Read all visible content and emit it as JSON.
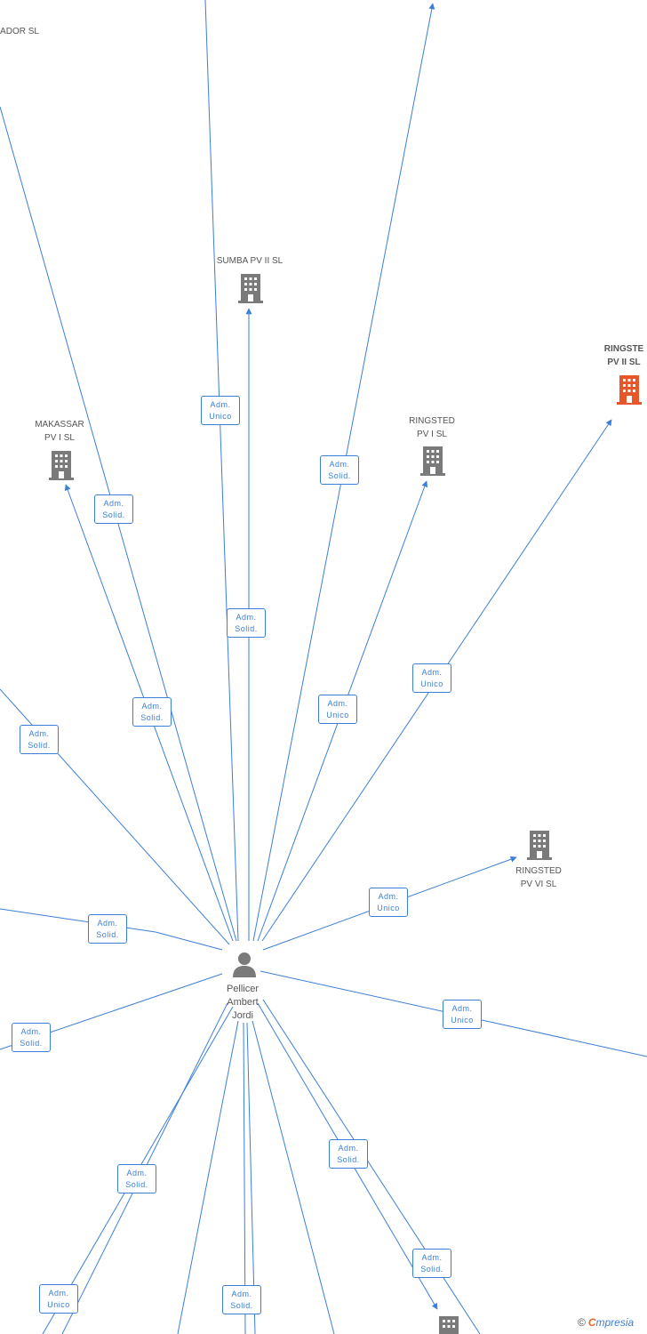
{
  "colors": {
    "edge": "#3c7fd6",
    "node_icon": "#7a7a7a",
    "highlight_icon": "#e8572a",
    "label": "#555555"
  },
  "person": {
    "name_lines": [
      "Pellicer",
      "Ambert",
      "Jordi"
    ],
    "icon": "person-icon"
  },
  "nodes": [
    {
      "id": "top-left-partial",
      "label_lines": [
        "ADOR SL"
      ],
      "icon": "none"
    },
    {
      "id": "sumba-pv-ii-sl",
      "label_lines": [
        "SUMBA PV II SL"
      ],
      "icon": "building-icon"
    },
    {
      "id": "makassar-pv-i-sl",
      "label_lines": [
        "MAKASSAR",
        "PV I SL"
      ],
      "icon": "building-icon"
    },
    {
      "id": "ringsted-pv-i-sl",
      "label_lines": [
        "RINGSTED",
        "PV I SL"
      ],
      "icon": "building-icon"
    },
    {
      "id": "ringsted-pv-ii-sl",
      "label_lines": [
        "RINGSTE",
        "PV II SL"
      ],
      "icon": "building-icon",
      "highlight": true
    },
    {
      "id": "ringsted-pv-vi-sl",
      "label_lines": [
        "RINGSTED",
        "PV VI SL"
      ],
      "icon": "building-icon"
    },
    {
      "id": "bottom-partial",
      "label_lines": [],
      "icon": "building-icon"
    }
  ],
  "edge_labels": [
    {
      "lines": [
        "Adm.",
        "Unico"
      ]
    },
    {
      "lines": [
        "Adm.",
        "Solid."
      ]
    },
    {
      "lines": [
        "Adm.",
        "Solid."
      ]
    },
    {
      "lines": [
        "Adm.",
        "Solid."
      ]
    },
    {
      "lines": [
        "Adm.",
        "Solid."
      ]
    },
    {
      "lines": [
        "Adm.",
        "Unico"
      ]
    },
    {
      "lines": [
        "Adm.",
        "Unico"
      ]
    },
    {
      "lines": [
        "Adm.",
        "Solid."
      ]
    },
    {
      "lines": [
        "Adm.",
        "Unico"
      ]
    },
    {
      "lines": [
        "Adm.",
        "Solid."
      ]
    },
    {
      "lines": [
        "Adm.",
        "Unico"
      ]
    },
    {
      "lines": [
        "Adm.",
        "Solid."
      ]
    },
    {
      "lines": [
        "Adm.",
        "Solid."
      ]
    },
    {
      "lines": [
        "Adm.",
        "Solid."
      ]
    },
    {
      "lines": [
        "Adm.",
        "Unico"
      ]
    },
    {
      "lines": [
        "Adm.",
        "Solid."
      ]
    },
    {
      "lines": [
        "Adm.",
        "Solid."
      ]
    }
  ],
  "brand": {
    "copyright": "©",
    "name_first": "C",
    "name_rest": "mpresia"
  }
}
